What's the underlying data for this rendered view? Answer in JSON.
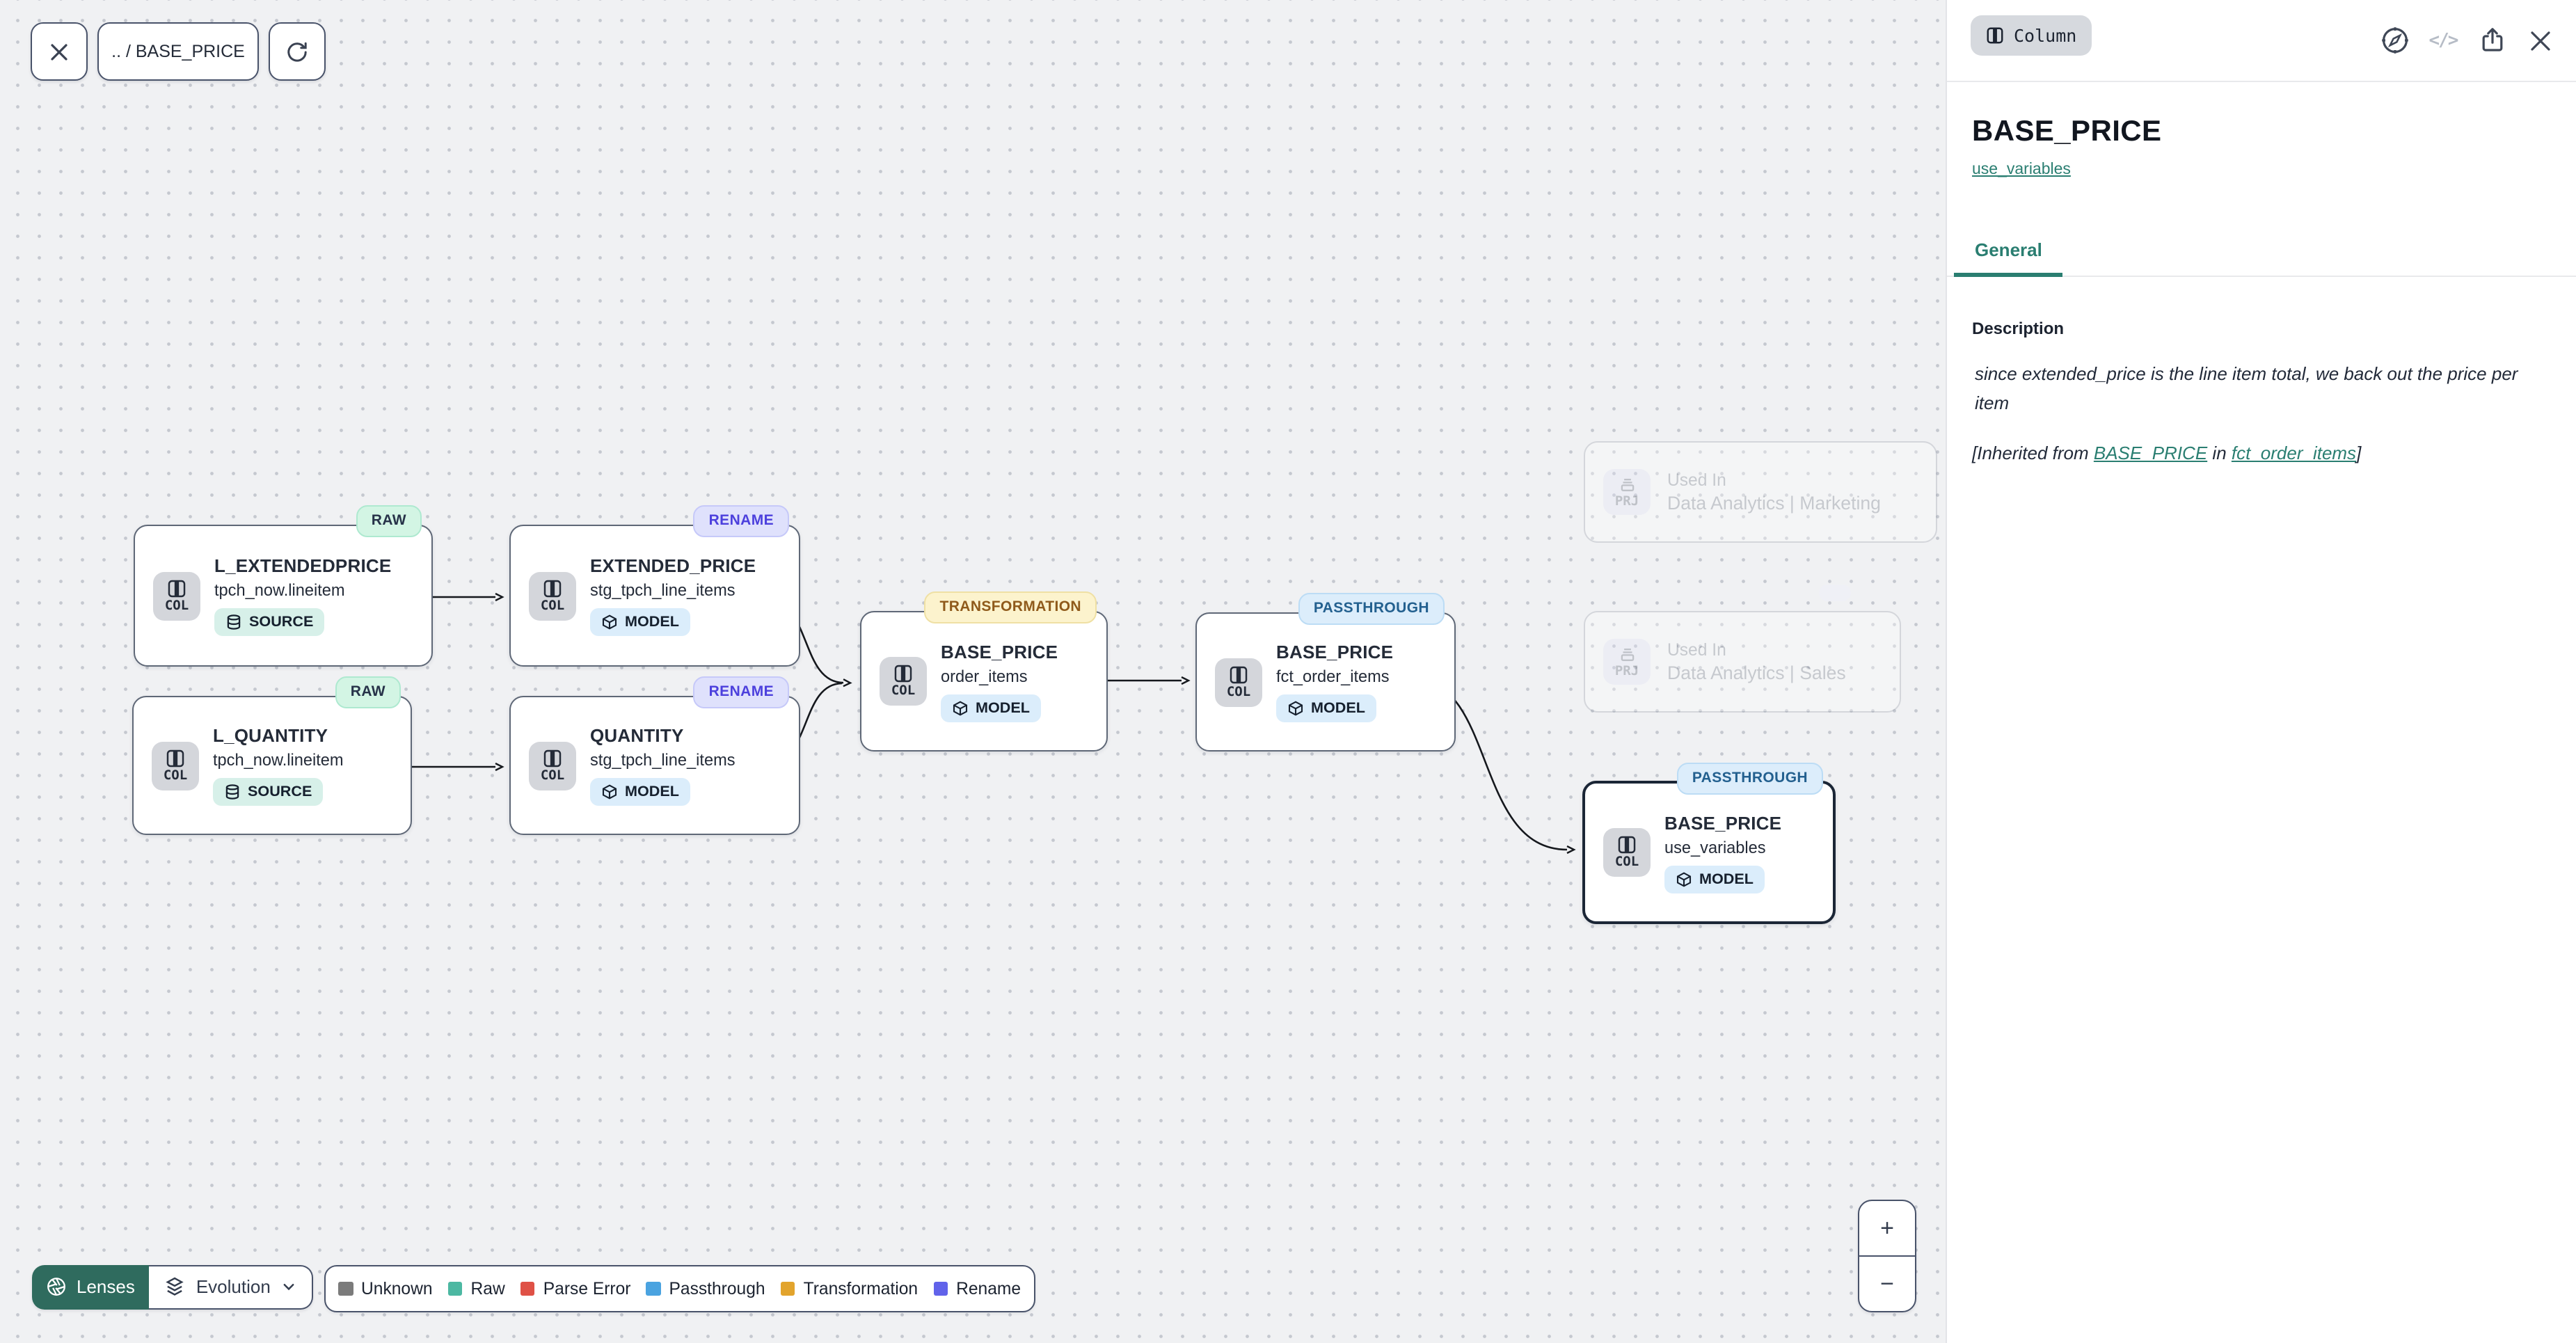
{
  "toolbar": {
    "breadcrumb": ".. / BASE_PRICE"
  },
  "panel": {
    "type_badge": "Column",
    "title": "BASE_PRICE",
    "model_link": "use_variables",
    "tab_general": "General",
    "description_heading": "Description",
    "description_body": "since extended_price is the line item total, we back out the price per item",
    "inherited": {
      "prefix": "[Inherited from ",
      "link_column": "BASE_PRICE",
      "mid": " in ",
      "link_model": "fct_order_items",
      "suffix": "]"
    },
    "code_glyph": "</>"
  },
  "graph": {
    "nodes": [
      {
        "badge": "RAW",
        "title": "L_EXTENDEDPRICE",
        "subtitle": "tpch_now.lineitem",
        "chip": "SOURCE",
        "type_label": "COL"
      },
      {
        "badge": "RENAME",
        "title": "EXTENDED_PRICE",
        "subtitle": "stg_tpch_line_items",
        "chip": "MODEL",
        "type_label": "COL"
      },
      {
        "badge": "RAW",
        "title": "L_QUANTITY",
        "subtitle": "tpch_now.lineitem",
        "chip": "SOURCE",
        "type_label": "COL"
      },
      {
        "badge": "RENAME",
        "title": "QUANTITY",
        "subtitle": "stg_tpch_line_items",
        "chip": "MODEL",
        "type_label": "COL"
      },
      {
        "badge": "TRANSFORMATION",
        "title": "BASE_PRICE",
        "subtitle": "order_items",
        "chip": "MODEL",
        "type_label": "COL"
      },
      {
        "badge": "PASSTHROUGH",
        "title": "BASE_PRICE",
        "subtitle": "fct_order_items",
        "chip": "MODEL",
        "type_label": "COL"
      },
      {
        "badge": "PASSTHROUGH",
        "title": "BASE_PRICE",
        "subtitle": "use_variables",
        "chip": "MODEL",
        "type_label": "COL"
      }
    ],
    "used_in": [
      {
        "type_label": "PRJ",
        "label": "Used In",
        "name": "Data Analytics | Marketing"
      },
      {
        "type_label": "PRJ",
        "label": "Used In",
        "name": "Data Analytics | Sales"
      }
    ]
  },
  "footer": {
    "lenses_label": "Lenses",
    "lens_selected": "Evolution",
    "legend": [
      {
        "label": "Unknown",
        "color": "#7b7b7b"
      },
      {
        "label": "Raw",
        "color": "#4cb8a2"
      },
      {
        "label": "Parse Error",
        "color": "#df5146"
      },
      {
        "label": "Passthrough",
        "color": "#4aa3e0"
      },
      {
        "label": "Transformation",
        "color": "#e2a42d"
      },
      {
        "label": "Rename",
        "color": "#6163ea"
      }
    ],
    "zoom_in": "+",
    "zoom_out": "−"
  }
}
